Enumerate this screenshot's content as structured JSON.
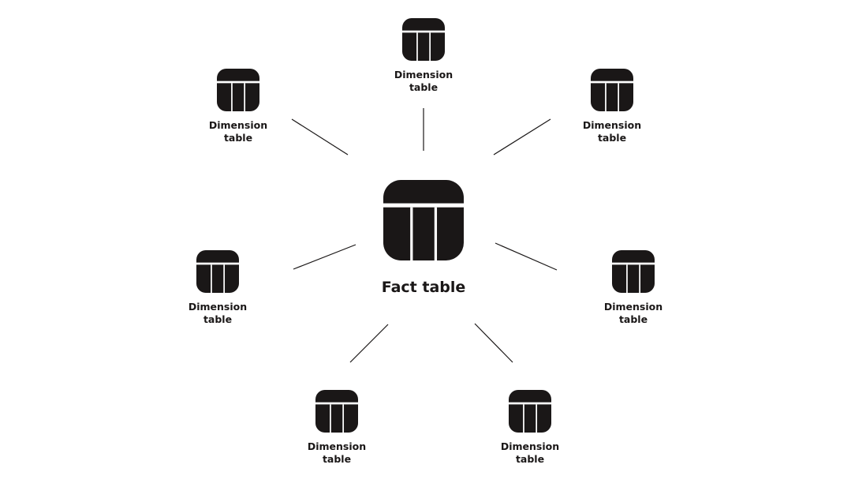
{
  "diagram": {
    "fact": {
      "label": "Fact table",
      "icon": "table-icon"
    },
    "dimensions": [
      {
        "id": "top",
        "label": "Dimension\ntable",
        "icon": "table-icon"
      },
      {
        "id": "top-right",
        "label": "Dimension\ntable",
        "icon": "table-icon"
      },
      {
        "id": "right",
        "label": "Dimension\ntable",
        "icon": "table-icon"
      },
      {
        "id": "bottom-right",
        "label": "Dimension\ntable",
        "icon": "table-icon"
      },
      {
        "id": "bottom-left",
        "label": "Dimension\ntable",
        "icon": "table-icon"
      },
      {
        "id": "left",
        "label": "Dimension\ntable",
        "icon": "table-icon"
      },
      {
        "id": "top-left",
        "label": "Dimension\ntable",
        "icon": "table-icon"
      }
    ],
    "colors": {
      "icon": "#1a1717",
      "background": "#ffffff",
      "line": "#1a1717"
    }
  }
}
